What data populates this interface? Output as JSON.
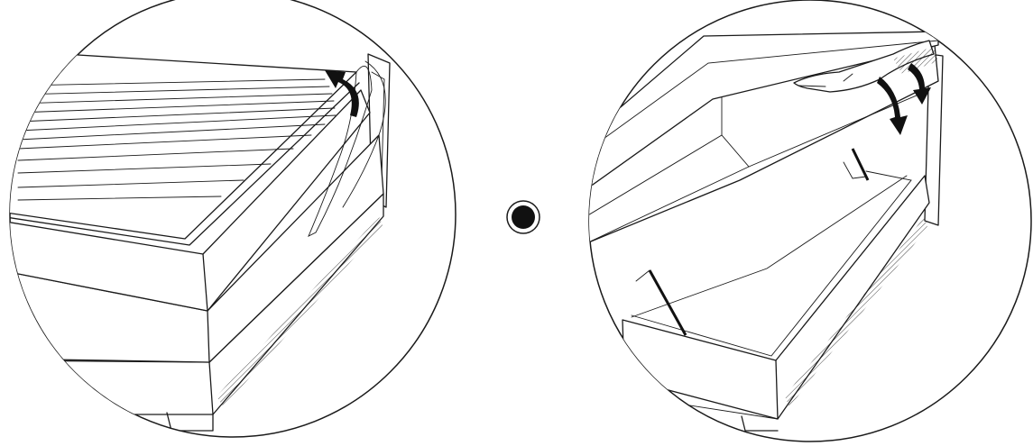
{
  "panels": [
    {
      "id": "left",
      "step": "lift-mattress-topper",
      "arrow": "curved-up-arrow-icon"
    },
    {
      "id": "right",
      "step": "open-storage-base",
      "arrow": "curved-down-arrows-icon"
    }
  ],
  "separator": {
    "icon": "bullet-dot-icon"
  },
  "colors": {
    "line": "#1a1a1a",
    "background": "#ffffff",
    "arrow": "#111111"
  }
}
